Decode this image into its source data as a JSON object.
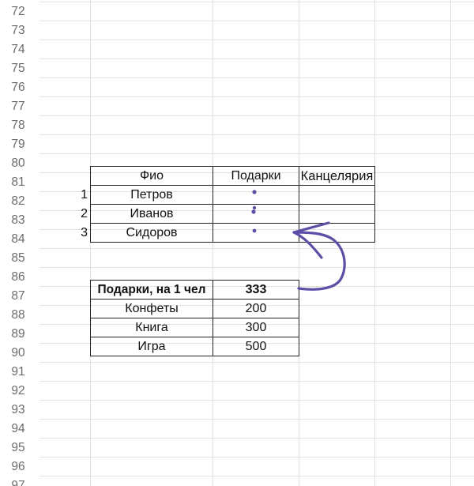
{
  "row_numbers": [
    "72",
    "73",
    "74",
    "75",
    "76",
    "77",
    "78",
    "79",
    "80",
    "81",
    "82",
    "83",
    "84",
    "85",
    "86",
    "87",
    "88",
    "89",
    "90",
    "91",
    "92",
    "93",
    "94",
    "95",
    "96",
    "97"
  ],
  "table1": {
    "headers": [
      "Фио",
      "Подарки",
      "Канцелярия"
    ],
    "rows": [
      {
        "index": "1",
        "name": "Петров"
      },
      {
        "index": "2",
        "name": "Иванов"
      },
      {
        "index": "3",
        "name": "Сидоров"
      }
    ]
  },
  "table2": {
    "header_label": "Подарки, на 1 чел",
    "header_value": "333",
    "rows": [
      {
        "label": "Конфеты",
        "value": "200"
      },
      {
        "label": "Книга",
        "value": "300"
      },
      {
        "label": "Игра",
        "value": "500"
      }
    ]
  },
  "annotation": {
    "ink_color": "#5b4fa6"
  }
}
